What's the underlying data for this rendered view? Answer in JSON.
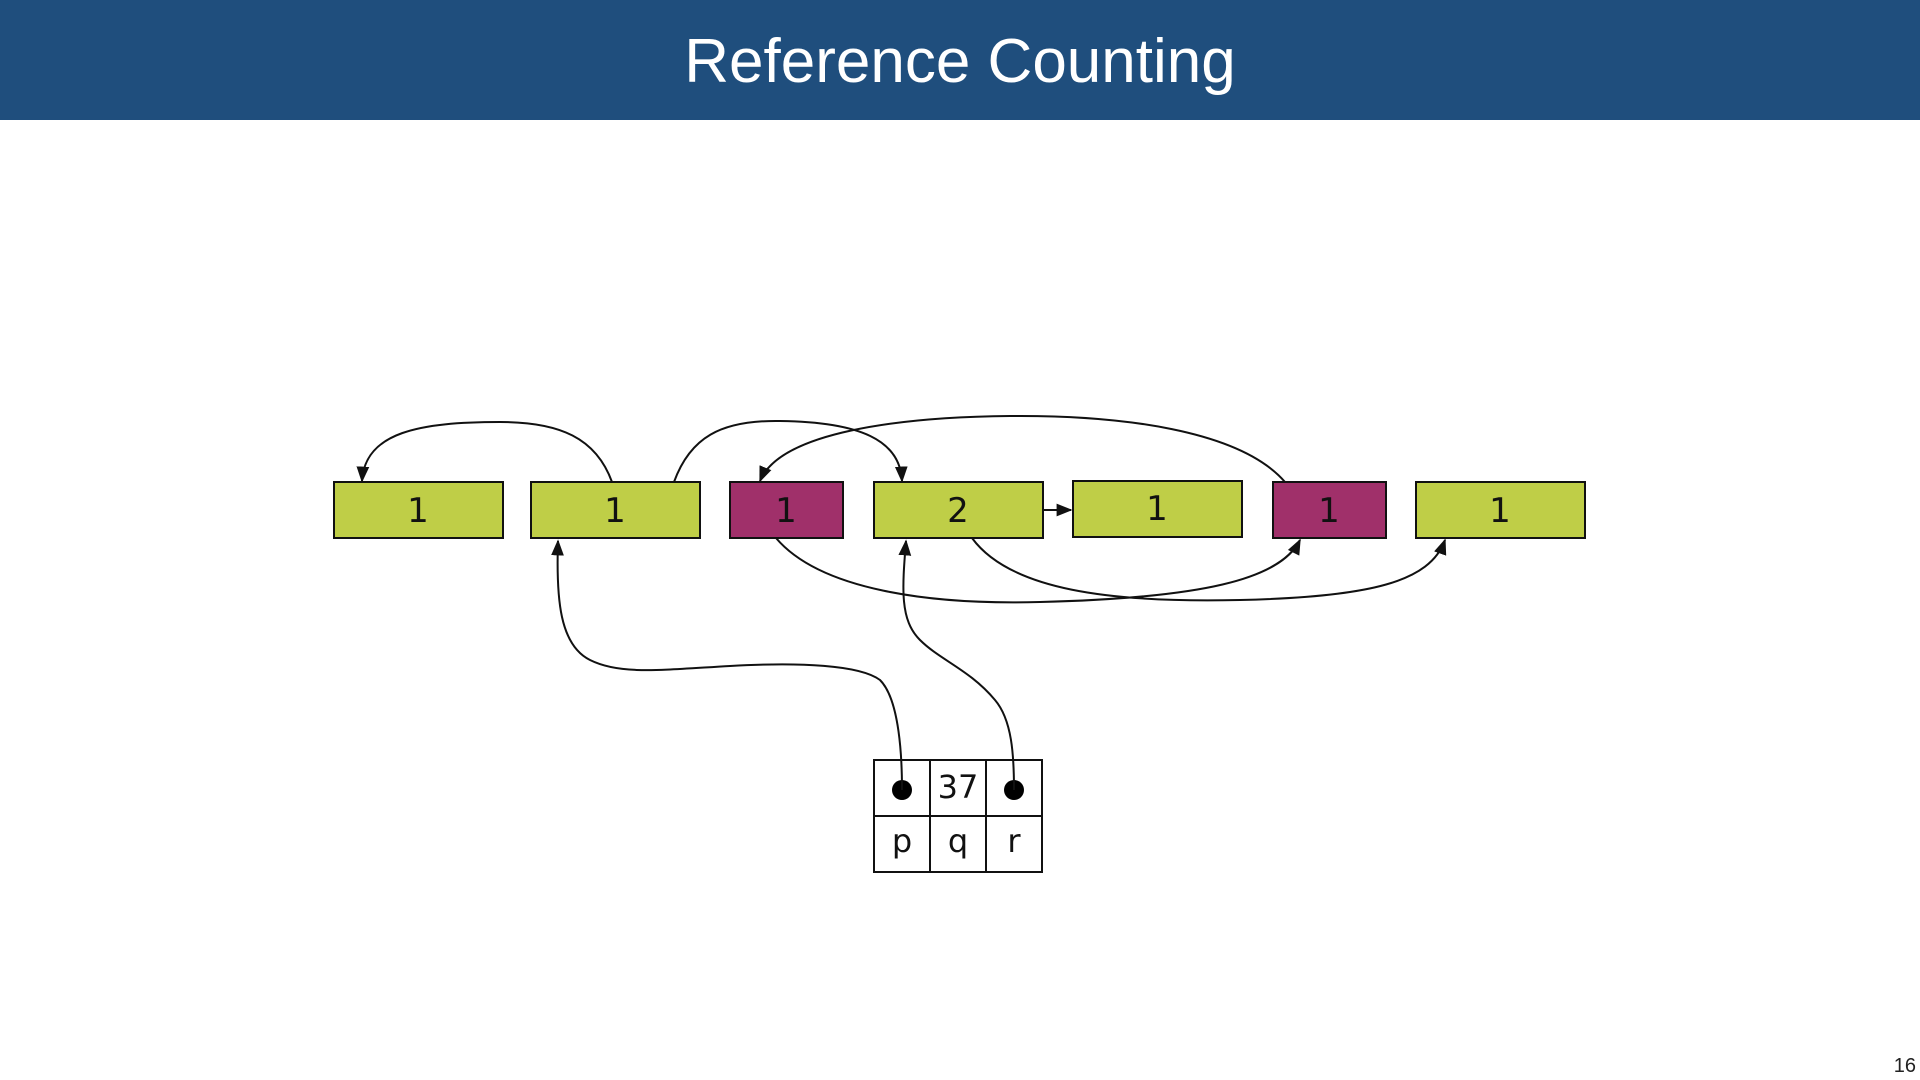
{
  "slide": {
    "title": "Reference Counting",
    "page_number": "16"
  },
  "colors": {
    "header_bg": "#1f4e7d",
    "live_object": "#bfce47",
    "garbage_object": "#a0306a"
  },
  "heap_objects": [
    {
      "id": "obj1",
      "count": "1",
      "state": "live"
    },
    {
      "id": "obj2",
      "count": "1",
      "state": "live"
    },
    {
      "id": "obj3",
      "count": "1",
      "state": "garbage"
    },
    {
      "id": "obj4",
      "count": "2",
      "state": "live"
    },
    {
      "id": "obj5",
      "count": "1",
      "state": "live"
    },
    {
      "id": "obj6",
      "count": "1",
      "state": "garbage"
    },
    {
      "id": "obj7",
      "count": "1",
      "state": "live"
    }
  ],
  "root_record": {
    "values": [
      "",
      "37",
      ""
    ],
    "fields": [
      "p",
      "q",
      "r"
    ]
  }
}
